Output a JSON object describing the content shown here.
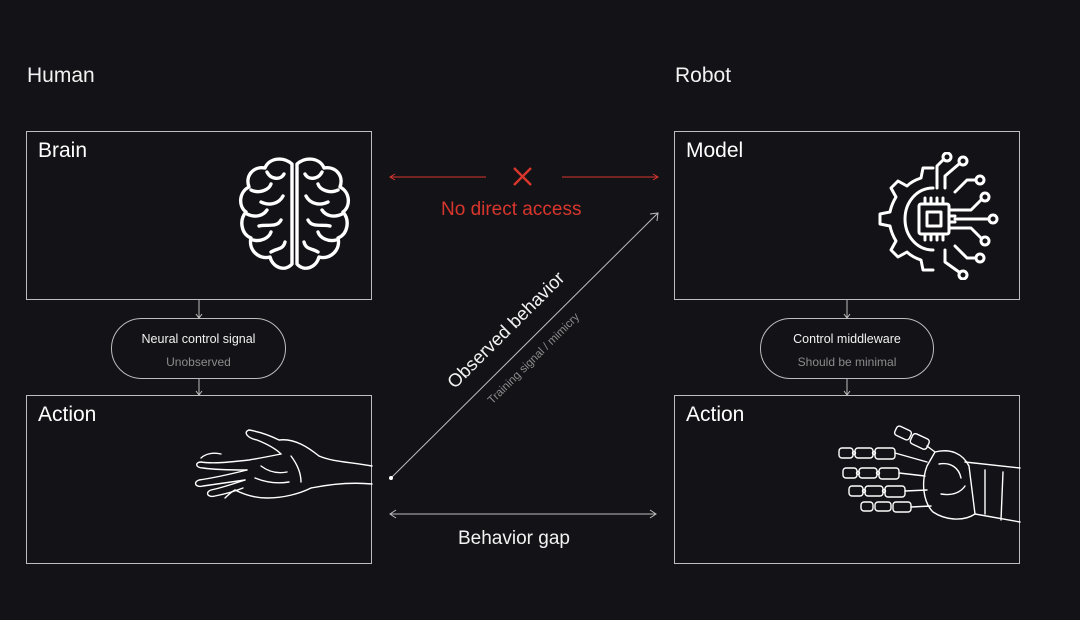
{
  "columns": {
    "left_heading": "Human",
    "right_heading": "Robot"
  },
  "human": {
    "brain_title": "Brain",
    "signal_label": "Neural control signal",
    "signal_sub": "Unobserved",
    "action_title": "Action"
  },
  "robot": {
    "model_title": "Model",
    "middleware_label": "Control middleware",
    "middleware_sub": "Should be minimal",
    "action_title": "Action"
  },
  "links": {
    "no_access": "No direct access",
    "observed": "Observed behavior",
    "observed_sub": "Training signal / mimicry",
    "gap": "Behavior gap"
  },
  "colors": {
    "background": "#121217",
    "line": "#bdbdbd",
    "accent_red": "#d8362c"
  },
  "icons": [
    "brain-icon",
    "chip-gear-icon",
    "human-hand-icon",
    "robot-hand-icon",
    "cross-icon"
  ]
}
